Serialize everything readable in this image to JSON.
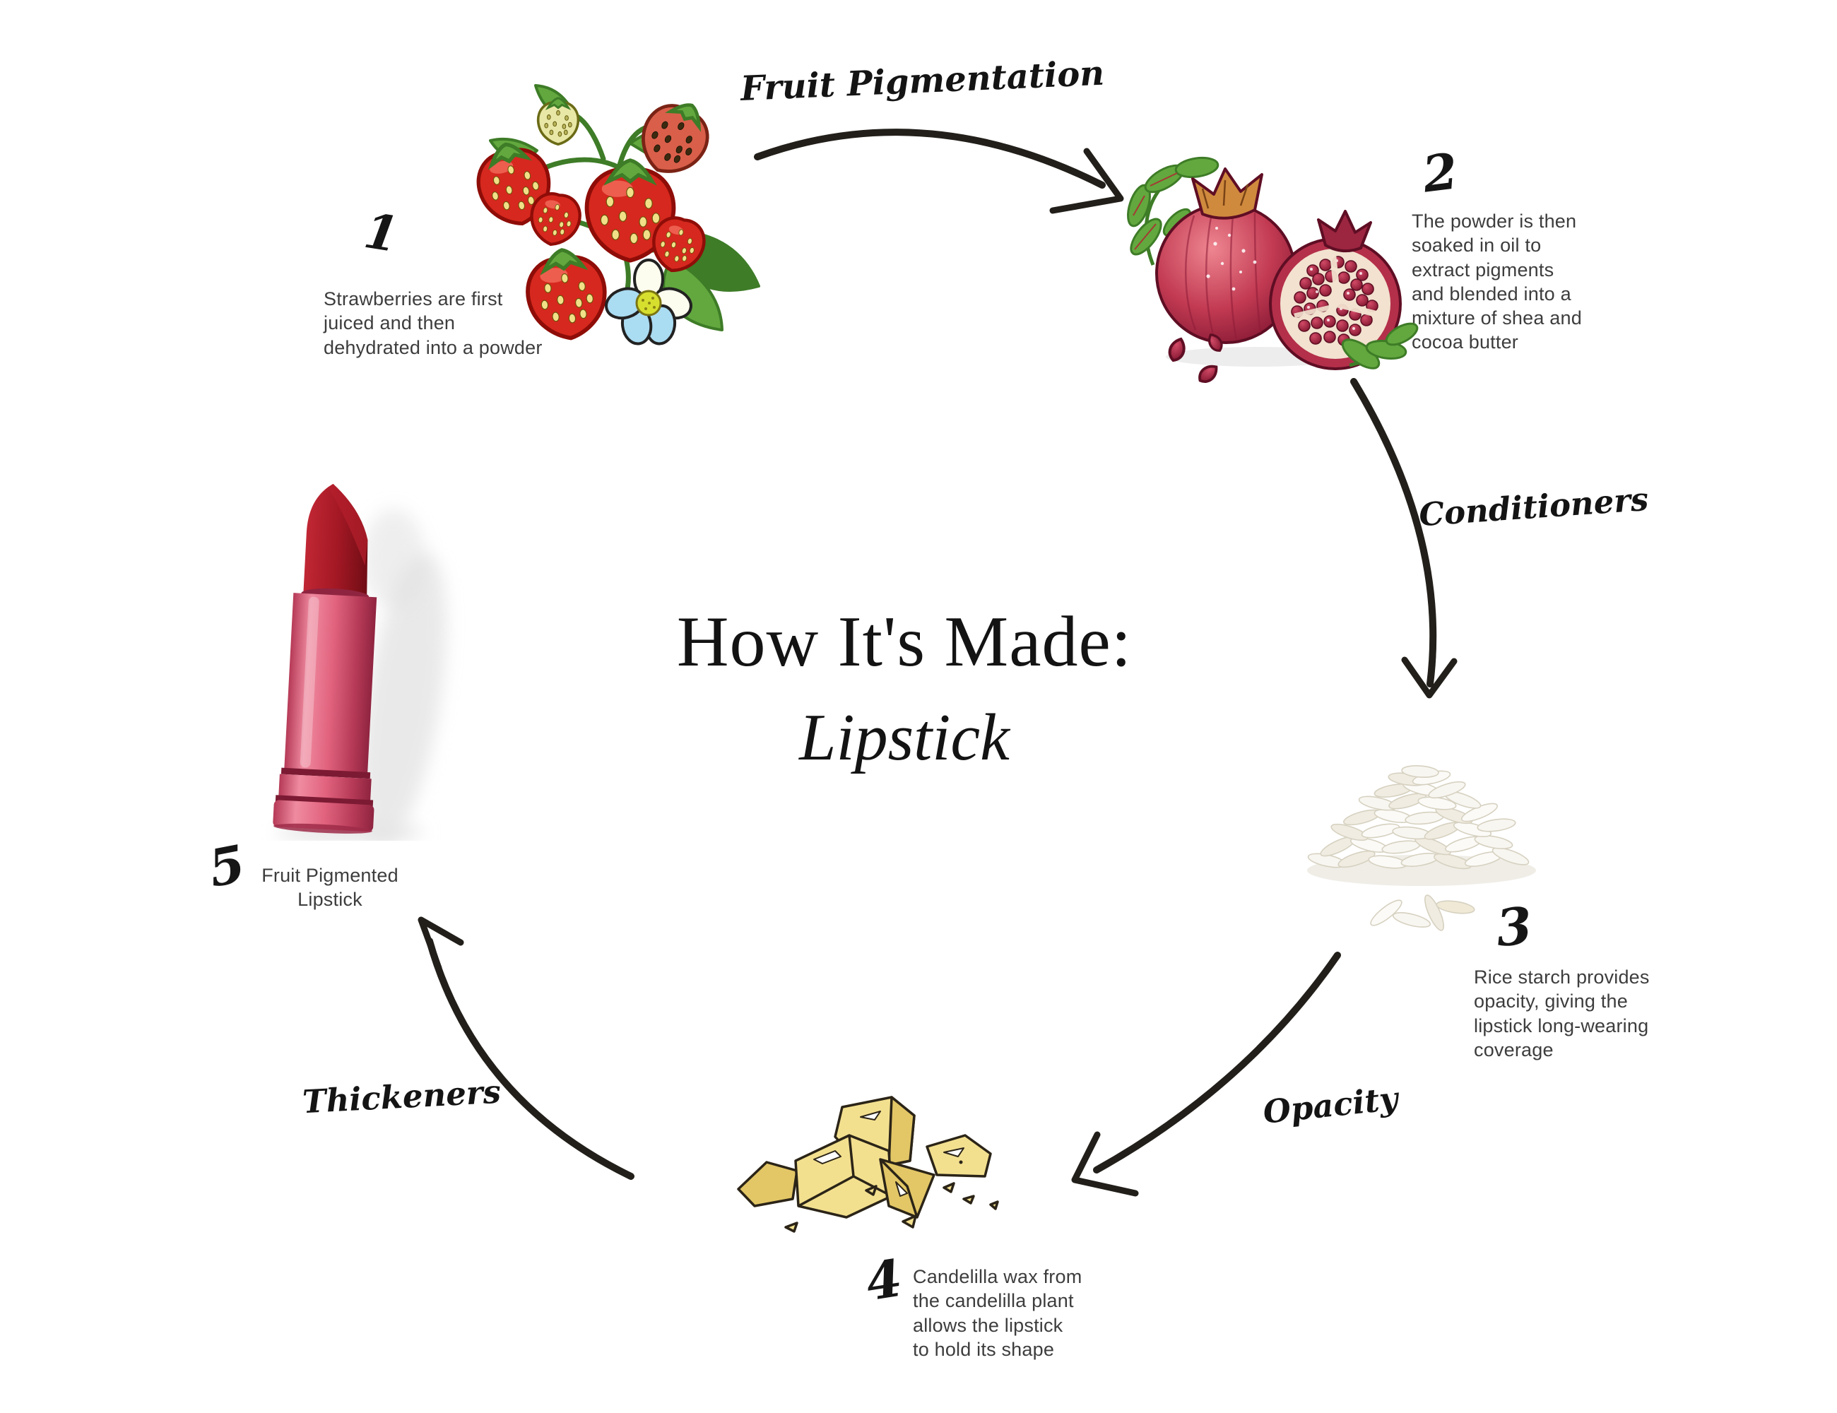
{
  "title": {
    "prefix": "How It's Made:",
    "subject": "Lipstick"
  },
  "steps": [
    {
      "number": "1",
      "illustration": "strawberries",
      "text": "Strawberries are first\njuiced and then\ndehydrated into a powder"
    },
    {
      "number": "2",
      "illustration": "pomegranate",
      "text": "The powder is then\nsoaked in oil to\nextract pigments\nand blended into a\nmixture of shea and\ncocoa butter"
    },
    {
      "number": "3",
      "illustration": "rice-starch",
      "text": "Rice starch provides\nopacity, giving the\nlipstick long-wearing\ncoverage"
    },
    {
      "number": "4",
      "illustration": "candelilla-wax",
      "text": "Candelilla wax from\nthe candelilla plant\nallows the lipstick\nto hold its shape"
    },
    {
      "number": "5",
      "illustration": "lipstick",
      "text": "Fruit Pigmented\nLipstick"
    }
  ],
  "arrows": [
    {
      "label": "Fruit Pigmentation",
      "from": "strawberries",
      "to": "pomegranate"
    },
    {
      "label": "Conditioners",
      "from": "pomegranate",
      "to": "rice-starch"
    },
    {
      "label": "Opacity",
      "from": "rice-starch",
      "to": "candelilla-wax"
    },
    {
      "label": "Thickeners",
      "from": "candelilla-wax",
      "to": "lipstick"
    }
  ],
  "palette": {
    "ink": "#221f1a",
    "text": "#3d3d3d",
    "straw-red": "#d6281e",
    "straw-red-dark": "#8f0d08",
    "straw-orange": "#d95f4a",
    "leaf": "#62a83e",
    "leaf-dark": "#3e7c27",
    "flower-blue": "#aadcf2",
    "flower-cream": "#fdfdef",
    "flower-center": "#d6df2e",
    "pom": "#c23a52",
    "pom-dark": "#7e1430",
    "pom-light": "#ee8690",
    "pom-crown": "#d08a3e",
    "seed": "#9c1f3d",
    "rice": "#f8f6f1",
    "rice-edge": "#d6d1c0",
    "wax": "#f3e08f",
    "wax-dark": "#e3c766",
    "wax-line": "#2b2417",
    "lip": "#a31824",
    "lip-dark": "#6f0d15",
    "tube": "#e2647f",
    "tube-dark": "#b63a57",
    "tube-deep": "#8f2440"
  }
}
